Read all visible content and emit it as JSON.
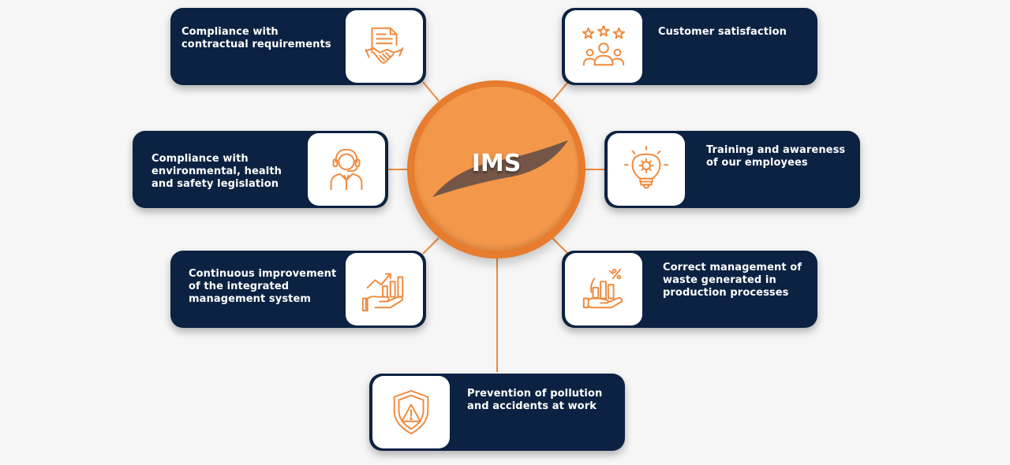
{
  "hub": {
    "title": "IMS"
  },
  "colors": {
    "card": "#0c2242",
    "accent": "#f0893c",
    "hub": "#f3974b",
    "hub_ring": "#e77c2e",
    "background": "#f6f6f6"
  },
  "cards": [
    {
      "label": "Compliance with contractual requirements",
      "icon": "handshake-contract-icon"
    },
    {
      "label": "Customer satisfaction",
      "icon": "customer-rating-icon"
    },
    {
      "label": "Compliance with environmental, health and safety legislation",
      "icon": "headset-agent-icon"
    },
    {
      "label": "Training and awareness of our employees",
      "icon": "lightbulb-gear-icon"
    },
    {
      "label": "Continuous improvement of the integrated management system",
      "icon": "growth-chart-hand-icon"
    },
    {
      "label": "Correct management of waste generated in production processes",
      "icon": "chart-hand-percent-icon"
    },
    {
      "label": "Prevention of pollution and accidents at work",
      "icon": "warning-shield-icon"
    }
  ]
}
